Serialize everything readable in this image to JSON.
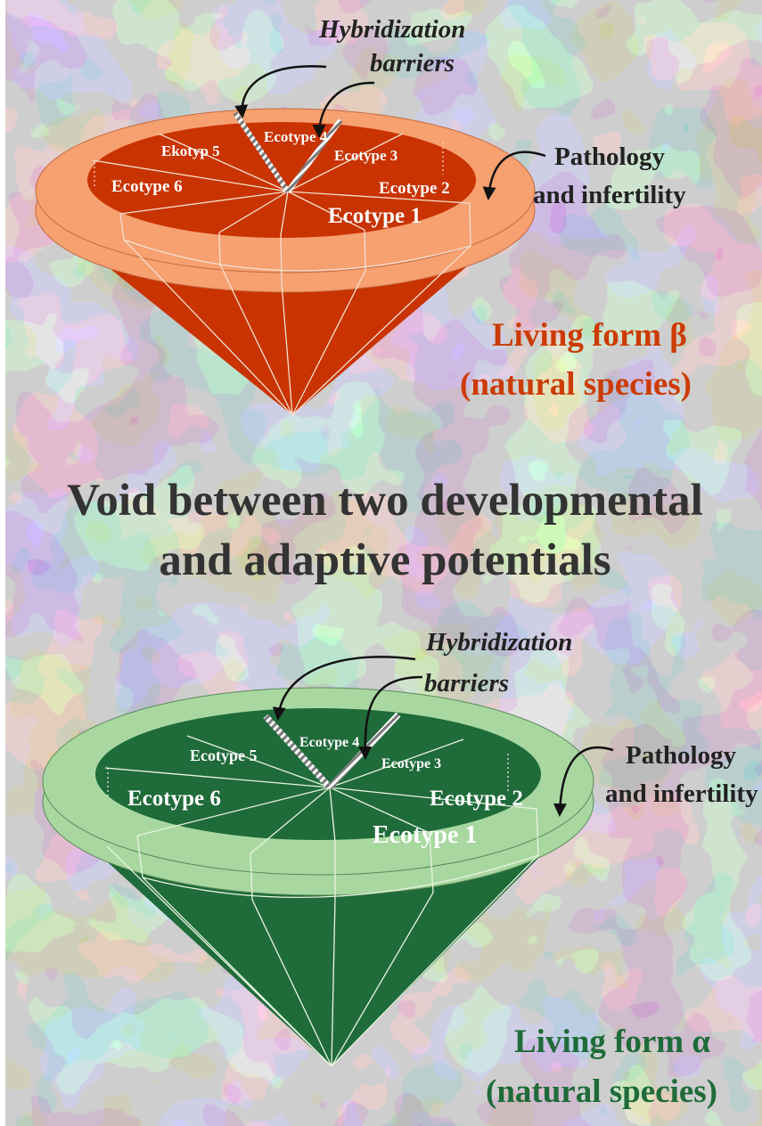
{
  "colors": {
    "beta_dark": "#c93300",
    "beta_rim": "#f7a070",
    "beta_label": "#cc3b00",
    "alpha_dark": "#1f6b3a",
    "alpha_rim": "#a8d8a0",
    "alpha_label": "#1f6b3a",
    "center_text": "#333333",
    "annotation_text": "#222222"
  },
  "center_title": {
    "line1": "Void between two developmental",
    "line2": "and adaptive potentials"
  },
  "beta": {
    "hybridization_line1": "Hybridization",
    "hybridization_line2": "barriers",
    "pathology_line1": "Pathology",
    "pathology_line2": "and infertility",
    "label_line1": "Living form β",
    "label_line2": "(natural species)",
    "ecotypes": [
      "Ecotype 1",
      "Ecotype 2",
      "Ecotype 3",
      "Ecotype 4",
      "Ekotyp 5",
      "Ecotype 6"
    ]
  },
  "alpha": {
    "hybridization_line1": "Hybridization",
    "hybridization_line2": "barriers",
    "pathology_line1": "Pathology",
    "pathology_line2": "and infertility",
    "label_line1": "Living form α",
    "label_line2": "(natural species)",
    "ecotypes": [
      "Ecotype 1",
      "Ecotype 2",
      "Ecotype 3",
      "Ecotype 4",
      "Ecotype 5",
      "Ecotype 6"
    ]
  }
}
